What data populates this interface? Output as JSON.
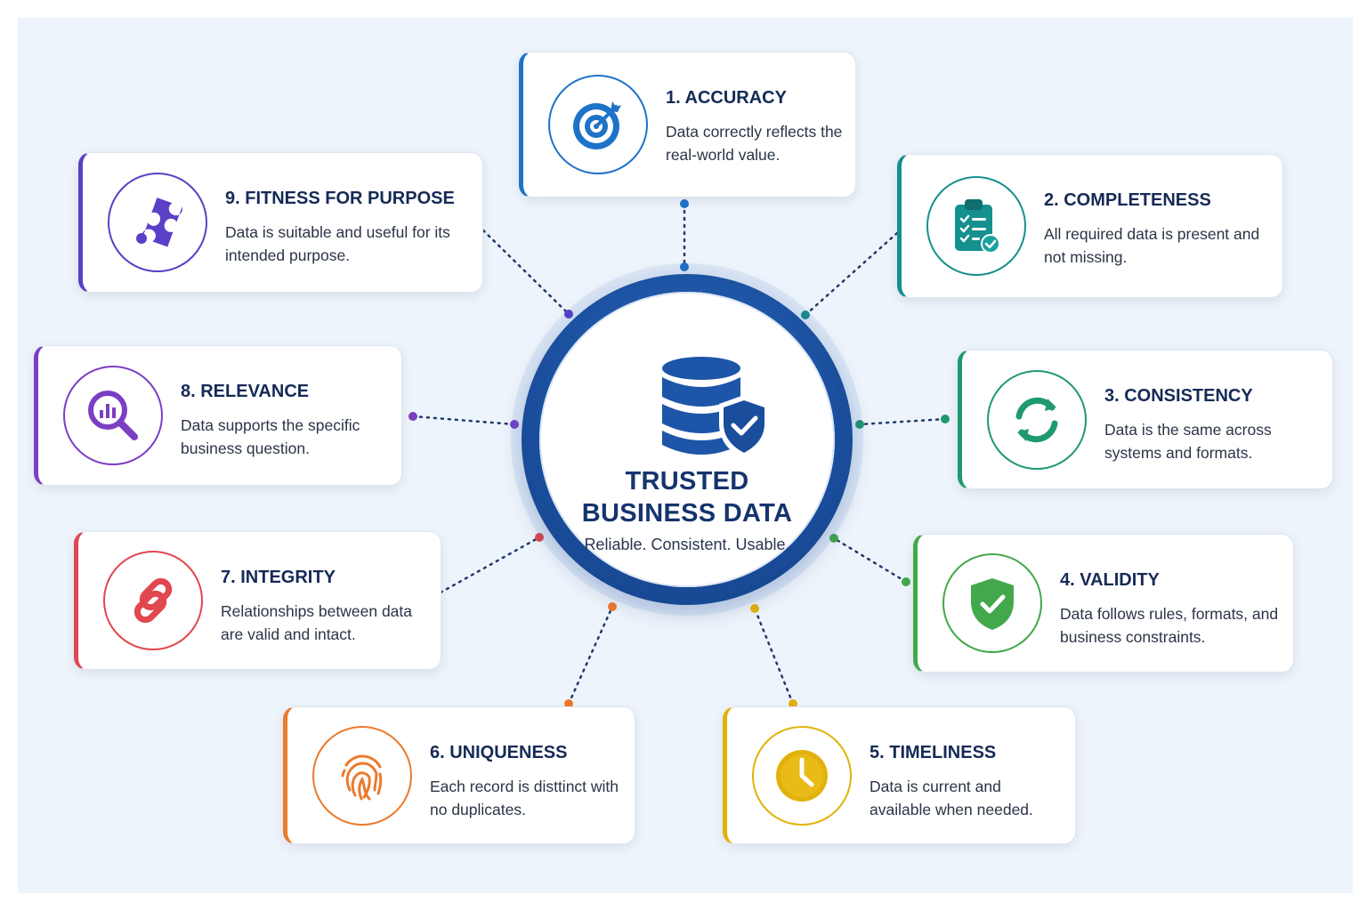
{
  "hub": {
    "title_line1": "TRUSTED",
    "title_line2": "BUSINESS DATA",
    "subtitle": "Reliable. Consistent. Usable.",
    "icon": "database-shield-icon",
    "color": "#1a4e9c"
  },
  "dimensions": [
    {
      "title": "1. ACCURACY",
      "description": "Data correctly reflects the real-world value.",
      "icon": "target-icon",
      "color": "#1e73c8"
    },
    {
      "title": "2. COMPLETENESS",
      "description": "All required data is present and not missing.",
      "icon": "clipboard-checklist-icon",
      "color": "#168f8f"
    },
    {
      "title": "3. CONSISTENCY",
      "description": "Data is the same across systems and formats.",
      "icon": "sync-arrows-icon",
      "color": "#1f9a6e"
    },
    {
      "title": "4. VALIDITY",
      "description": "Data follows rules, formats, and business constraints.",
      "icon": "shield-check-icon",
      "color": "#43a84b"
    },
    {
      "title": "5. TIMELINESS",
      "description": "Data is current and available when needed.",
      "icon": "clock-icon",
      "color": "#e2b20c"
    },
    {
      "title": "6. UNIQUENESS",
      "description": "Each record is disttinct with no duplicates.",
      "icon": "fingerprint-icon",
      "color": "#ec7a2b"
    },
    {
      "title": "7. INTEGRITY",
      "description": "Relationships between data are valid and intact.",
      "icon": "chain-link-icon",
      "color": "#e0474f"
    },
    {
      "title": "8. RELEVANCE",
      "description": "Data supports the specific business question.",
      "icon": "magnifier-chart-icon",
      "color": "#7b3fc4"
    },
    {
      "title": "9. FITNESS FOR PURPOSE",
      "description": "Data is suitable and useful for its intended purpose.",
      "icon": "puzzle-piece-icon",
      "color": "#5b3fc6"
    }
  ]
}
